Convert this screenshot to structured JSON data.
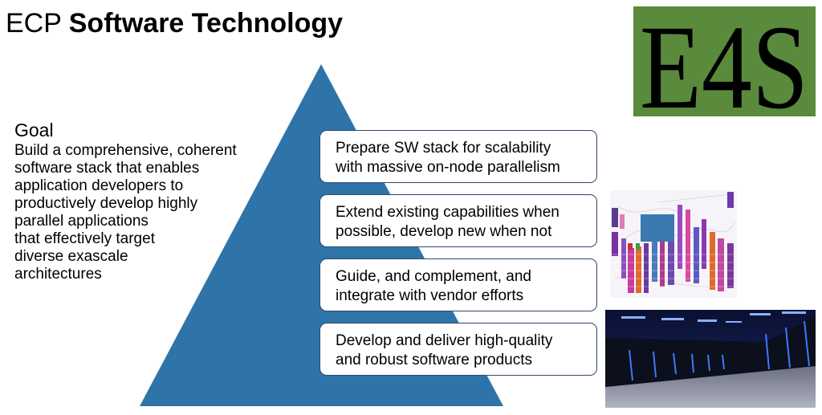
{
  "title": {
    "prefix": "ECP",
    "bold": "Software Technology"
  },
  "logo": {
    "text": "E4S",
    "bg_color": "#5a8a3c"
  },
  "goal": {
    "heading": "Goal",
    "lines": [
      "Build a comprehensive, coherent",
      "software stack that enables",
      "application developers to",
      "productively develop highly",
      "parallel applications",
      "that effectively target",
      "diverse exascale",
      "architectures"
    ]
  },
  "pyramid": {
    "color": "#2e74a8"
  },
  "boxes": [
    {
      "line1": "Prepare SW stack for scalability",
      "line2": "with massive on-node parallelism"
    },
    {
      "line1": "Extend existing capabilities when",
      "line2": "possible, develop new when not"
    },
    {
      "line1": "Guide, and complement, and",
      "line2": "integrate with vendor efforts"
    },
    {
      "line1": "Develop and deliver high-quality",
      "line2": "and robust software products"
    }
  ]
}
